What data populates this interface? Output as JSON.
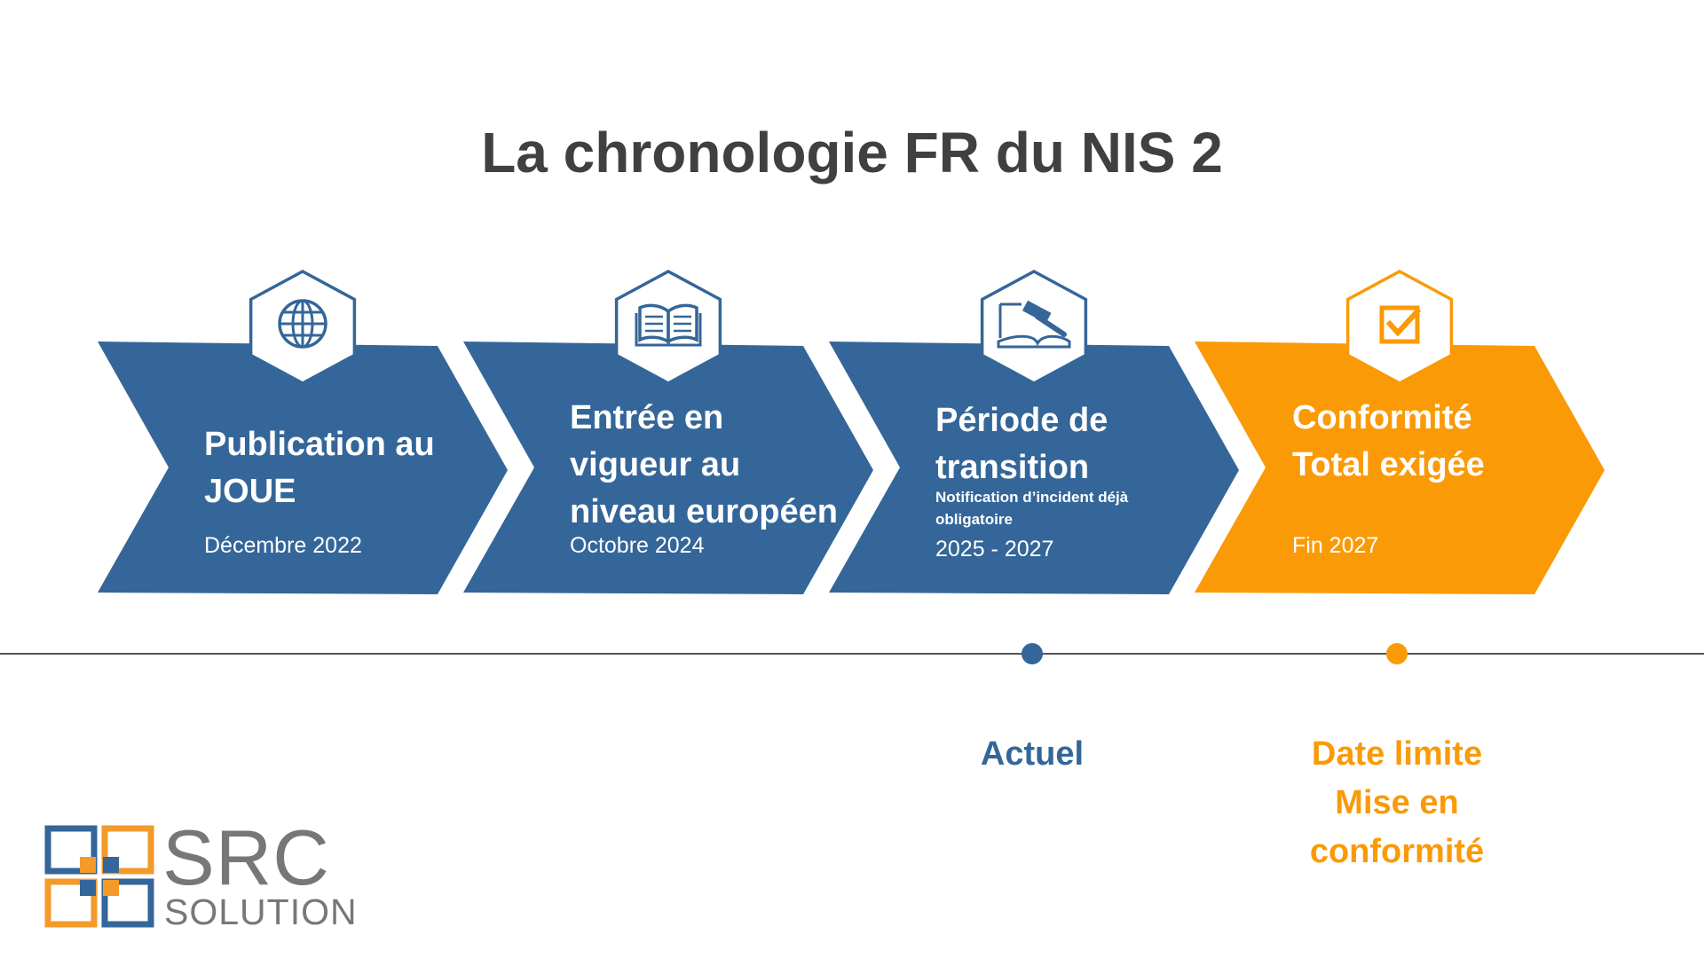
{
  "title": "La chronologie FR du NIS 2",
  "colors": {
    "blue": "#346699",
    "orange": "#FA9A07",
    "text": "#404040",
    "line": "#555555"
  },
  "steps": [
    {
      "title_lines": [
        "Publication au",
        "JOUE"
      ],
      "note_lines": [],
      "date": "Décembre 2022",
      "icon": "globe-icon",
      "color": "blue"
    },
    {
      "title_lines": [
        "Entrée en",
        "vigueur au",
        "niveau européen"
      ],
      "note_lines": [],
      "date": "Octobre 2024",
      "icon": "open-book-icon",
      "color": "blue"
    },
    {
      "title_lines": [
        "Période de",
        "transition"
      ],
      "note_lines": [
        "Notification d’incident déjà",
        "obligatoire"
      ],
      "date": "2025 - 2027",
      "icon": "gavel-book-icon",
      "color": "blue"
    },
    {
      "title_lines": [
        "Conformité",
        "Total exigée"
      ],
      "note_lines": [],
      "date": "Fin 2027",
      "icon": "checkbox-icon",
      "color": "orange"
    }
  ],
  "markers": [
    {
      "lines": [
        "Actuel"
      ],
      "color": "blue"
    },
    {
      "lines": [
        "Date limite",
        "Mise en",
        "conformité"
      ],
      "color": "orange"
    }
  ],
  "logo": {
    "name": "SRC",
    "subtitle": "SOLUTION",
    "icon": "grid-squares-icon"
  }
}
